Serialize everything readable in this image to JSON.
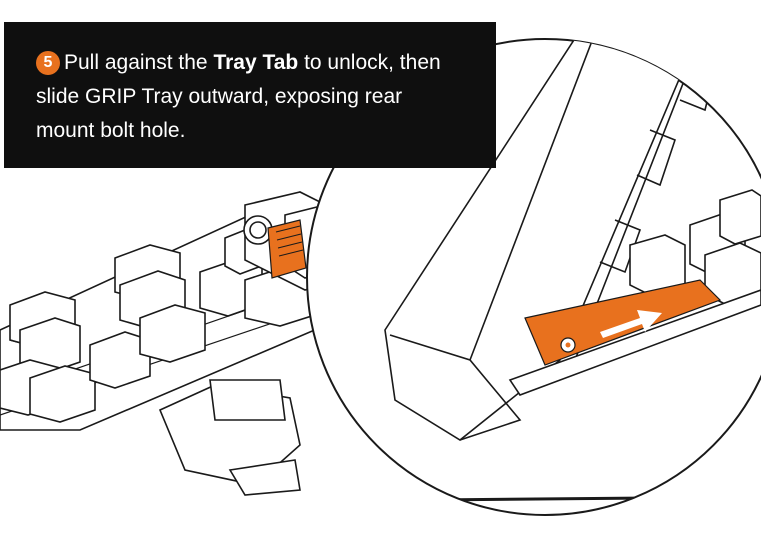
{
  "instruction": {
    "step_number": "5",
    "text_before": "Pull against the ",
    "bold_term": "Tray Tab",
    "text_line1_after": " to unlock, then",
    "line2": "slide GRIP Tray outward, exposing rear",
    "line3": "mount bolt hole."
  },
  "colors": {
    "accent": "#e8711e",
    "callout_bg": "#0f0f0f",
    "line": "#1a1a1a"
  },
  "icons": {
    "direction_arrow": "arrow-right-icon",
    "slide_arrow": "slide-arrow-icon"
  }
}
